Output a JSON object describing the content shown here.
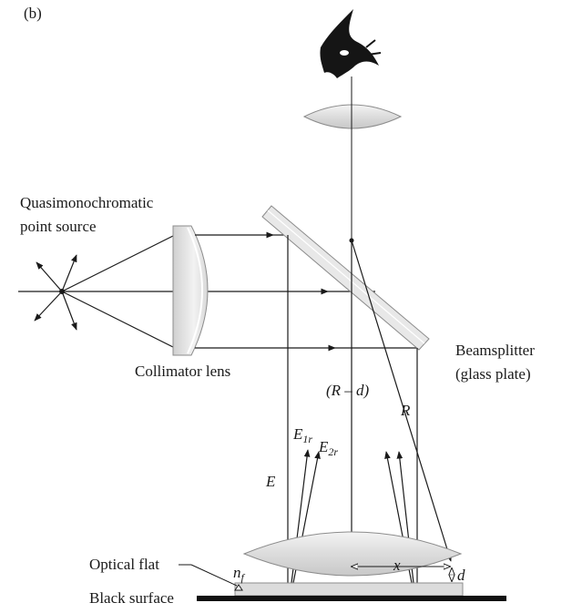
{
  "labels": {
    "panel": "(b)",
    "source_line1": "Quasimonochromatic",
    "source_line2": "point source",
    "collimator": "Collimator lens",
    "beamsplitter_line1": "Beamsplitter",
    "beamsplitter_line2": "(glass plate)",
    "r_minus_d": "(R – d)",
    "R": "R",
    "E": "E",
    "E1r_main": "E",
    "E1r_sub": "1r",
    "E2r_main": "E",
    "E2r_sub": "2r",
    "x": "x",
    "d": "d",
    "nf_main": "n",
    "nf_sub": "f",
    "optical_flat": "Optical flat",
    "black_surface": "Black surface"
  },
  "icons": {
    "observer": "eye-icon"
  },
  "colors": {
    "ink": "#1a1a1a",
    "lens_fill": "#e3e3e3",
    "lens_stroke": "#8c8c8c",
    "glass_fill": "#e8e8e8",
    "surface": "#111111"
  }
}
